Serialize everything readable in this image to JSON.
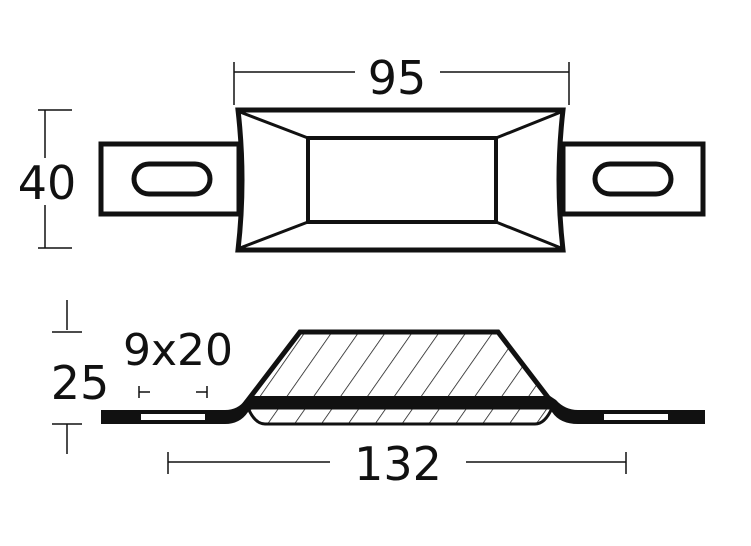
{
  "drawing": {
    "top_view": {
      "width_label": "95",
      "height_label": "40"
    },
    "side_view": {
      "height_label": "25",
      "slot_label": "9x20",
      "length_label": "132"
    },
    "colors": {
      "line": "#111111",
      "background": "#ffffff"
    }
  }
}
